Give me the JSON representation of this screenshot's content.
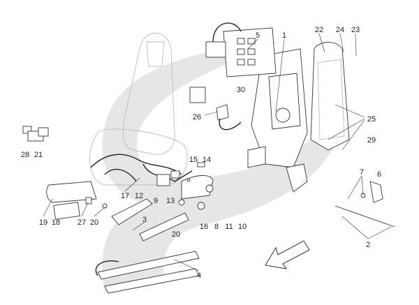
{
  "diagram": {
    "swoosh_color": "#e6e6e6",
    "labels": [
      "1",
      "2",
      "3",
      "4",
      "5",
      "6",
      "7",
      "8",
      "9",
      "10",
      "11",
      "12",
      "13",
      "14",
      "15",
      "16",
      "17",
      "18",
      "19",
      "20",
      "20",
      "21",
      "22",
      "23",
      "24",
      "25",
      "26",
      "27",
      "28",
      "29",
      "30"
    ],
    "direction_arrow": "arrow-down-left-icon"
  }
}
